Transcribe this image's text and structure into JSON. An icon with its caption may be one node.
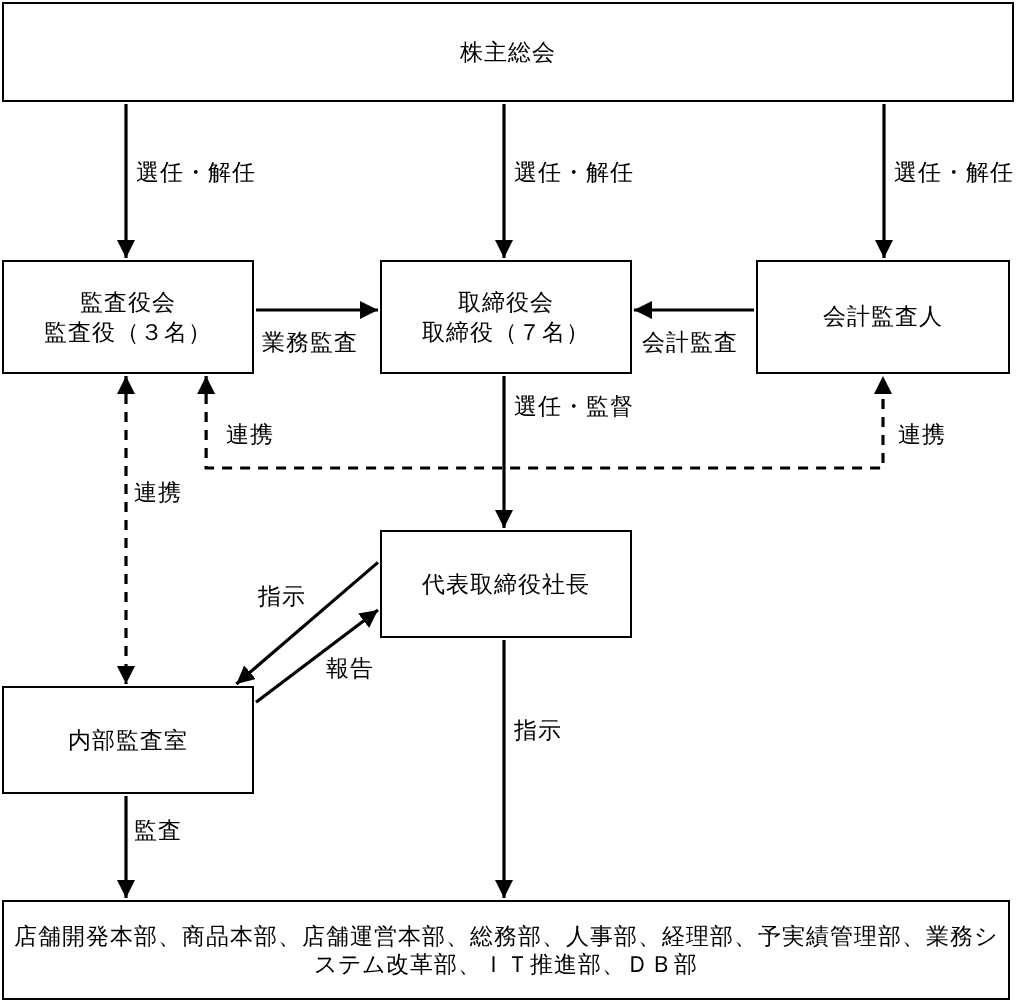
{
  "diagram": {
    "nodes": [
      {
        "text": [
          "株主総会"
        ]
      },
      {
        "text": [
          "監査役会",
          "監査役（３名）"
        ]
      },
      {
        "text": [
          "取締役会",
          "取締役（７名）"
        ]
      },
      {
        "text": [
          "会計監査人"
        ]
      },
      {
        "text": [
          "代表取締役社長"
        ]
      },
      {
        "text": [
          "内部監査室"
        ]
      },
      {
        "text": [
          "店舗開発本部、商品本部、店舗運営本部、総務部、人事部、経理部、予実績管理部、業務システム改革部、ＩＴ推進部、ＤＢ部"
        ]
      }
    ],
    "edges": [
      {
        "from": 0,
        "to": 1,
        "arrow": "to",
        "label": "選任・解任"
      },
      {
        "from": 0,
        "to": 2,
        "arrow": "to",
        "label": "選任・解任"
      },
      {
        "from": 0,
        "to": 3,
        "arrow": "to",
        "label": "選任・解任"
      },
      {
        "from": 1,
        "to": 2,
        "arrow": "to",
        "label": "業務監査"
      },
      {
        "from": 3,
        "to": 2,
        "arrow": "to",
        "label": "会計監査"
      },
      {
        "from": 2,
        "to": 4,
        "arrow": "to",
        "label": "選任・監督"
      },
      {
        "from": 1,
        "to": 3,
        "arrow": "both",
        "style": "dashed",
        "label": "連携"
      },
      {
        "from": 1,
        "to": 5,
        "arrow": "both",
        "style": "dashed",
        "label": "連携"
      },
      {
        "from": 4,
        "to": 5,
        "arrow": "to",
        "label": "指示"
      },
      {
        "from": 5,
        "to": 4,
        "arrow": "to",
        "label": "報告"
      },
      {
        "from": 5,
        "to": 6,
        "arrow": "to",
        "label": "監査"
      },
      {
        "from": 4,
        "to": 6,
        "arrow": "to",
        "label": "指示"
      }
    ],
    "labels": [
      "連携"
    ]
  }
}
